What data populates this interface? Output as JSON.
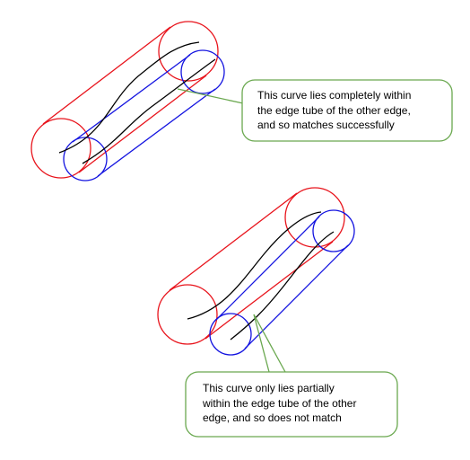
{
  "callouts": {
    "match": {
      "lines": [
        "This curve lies completely within",
        "the edge tube of the other edge,",
        "and so matches successfully"
      ]
    },
    "no_match": {
      "lines": [
        "This curve only lies partially",
        "within the edge tube of the other",
        "edge, and so does not match"
      ]
    }
  },
  "colors": {
    "tube_red": "#e8141c",
    "tube_blue": "#1414e0",
    "curve": "#000000",
    "callout_border": "#6aa84f",
    "callout_fill": "#ffffff"
  }
}
